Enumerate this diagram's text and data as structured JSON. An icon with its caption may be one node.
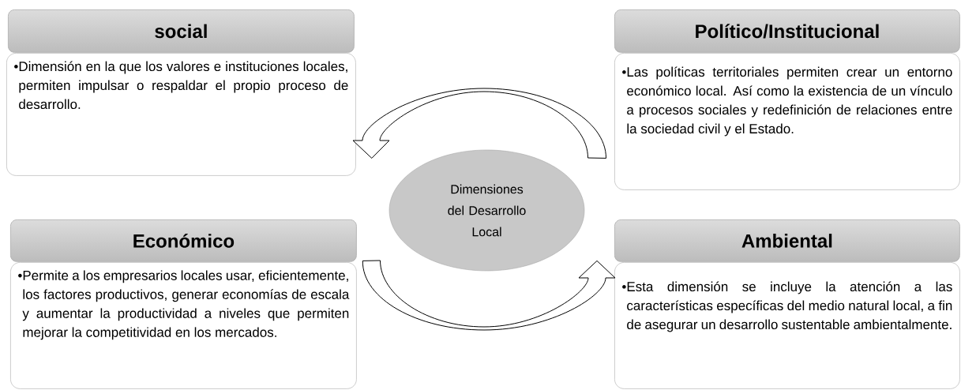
{
  "diagram": {
    "nodes": [
      {
        "text": [
          "social"
        ]
      },
      {
        "text": [
          "•Dimensión en la que los valores e instituciones locales, permiten impulsar o respaldar el propio proceso de desarrollo."
        ]
      },
      {
        "text": [
          "Político/Institucional"
        ]
      },
      {
        "text": [
          "•Las políticas territoriales permiten crear un entorno económico local. Así como la existencia de un vínculo a procesos sociales y redefinición de relaciones entre la sociedad civil y el Estado."
        ]
      },
      {
        "text": [
          "Dimensiones del Desarrollo Local"
        ]
      },
      {
        "text": [
          "Económico"
        ]
      },
      {
        "text": [
          "•Permite a los empresarios locales usar, eficientemente, los factores productivos, generar economías de escala y aumentar la productividad a niveles que permiten mejorar la competitividad en los mercados."
        ]
      },
      {
        "text": [
          "Ambiental"
        ]
      },
      {
        "text": [
          "•Esta dimensión se incluye la atención a las características específicas del medio natural local, a fin de asegurar un desarrollo sustentable ambientalmente."
        ]
      }
    ],
    "edges": [
      {
        "from": 3,
        "to": 1,
        "arrow": "to"
      },
      {
        "from": 6,
        "to": 8,
        "arrow": "to"
      }
    ]
  }
}
